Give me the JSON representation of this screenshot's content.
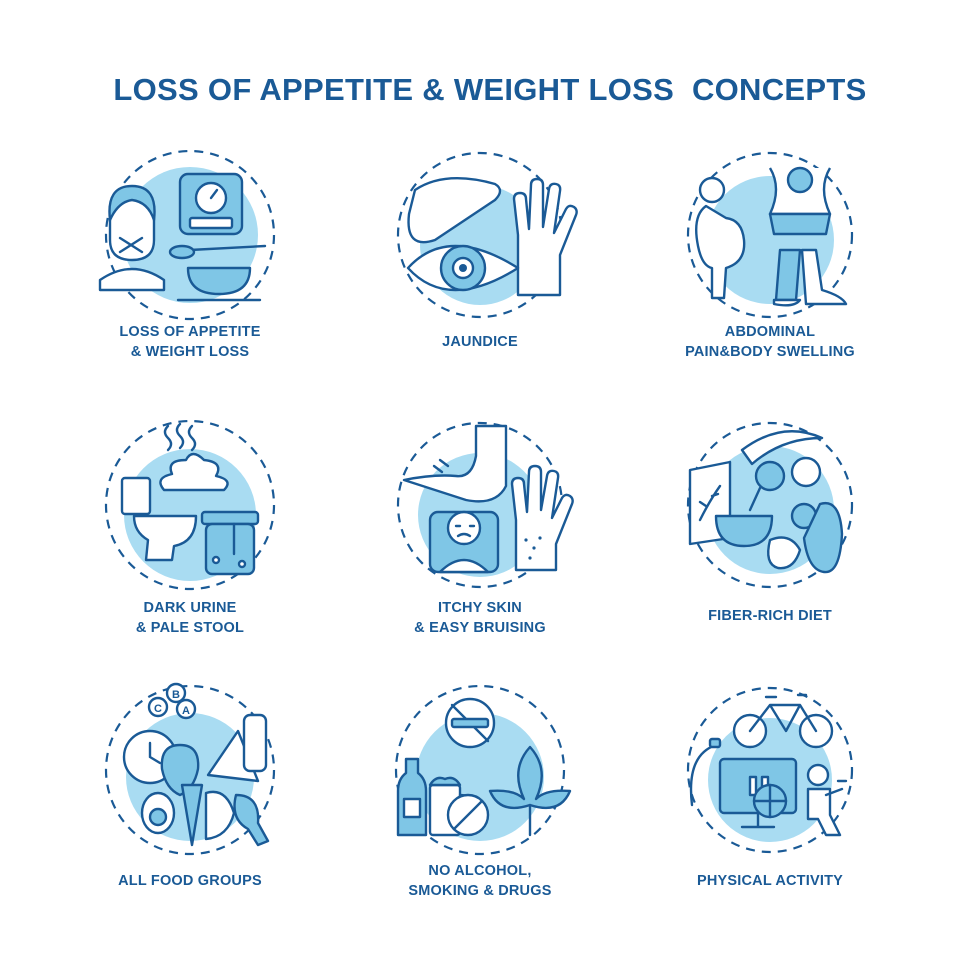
{
  "title": "LOSS OF APPETITE & WEIGHT LOSS  CONCEPTS",
  "colors": {
    "primary": "#1a5a96",
    "accent": "#7fc6e6",
    "light": "#a9dcf2"
  },
  "concepts": [
    {
      "icon": "scale-bowl-icon",
      "lines": [
        "LOSS OF APPETITE",
        "& WEIGHT LOSS"
      ]
    },
    {
      "icon": "eye-liver-hand-icon",
      "lines": [
        "JAUNDICE"
      ]
    },
    {
      "icon": "swollen-body-icon",
      "lines": [
        "ABDOMINAL",
        "PAIN&BODY SWELLING"
      ]
    },
    {
      "icon": "toilet-sample-icon",
      "lines": [
        "DARK URINE",
        "& PALE STOOL"
      ]
    },
    {
      "icon": "itchy-skin-icon",
      "lines": [
        "ITCHY SKIN",
        "& EASY BRUISING"
      ]
    },
    {
      "icon": "healthy-food-icon",
      "lines": [
        "FIBER-RICH DIET"
      ]
    },
    {
      "icon": "food-groups-icon",
      "lines": [
        "ALL FOOD GROUPS"
      ]
    },
    {
      "icon": "no-alcohol-smoking-icon",
      "lines": [
        "NO ALCOHOL,",
        "SMOKING & DRUGS"
      ]
    },
    {
      "icon": "bicycle-fitness-icon",
      "lines": [
        "PHYSICAL ACTIVITY"
      ]
    }
  ]
}
